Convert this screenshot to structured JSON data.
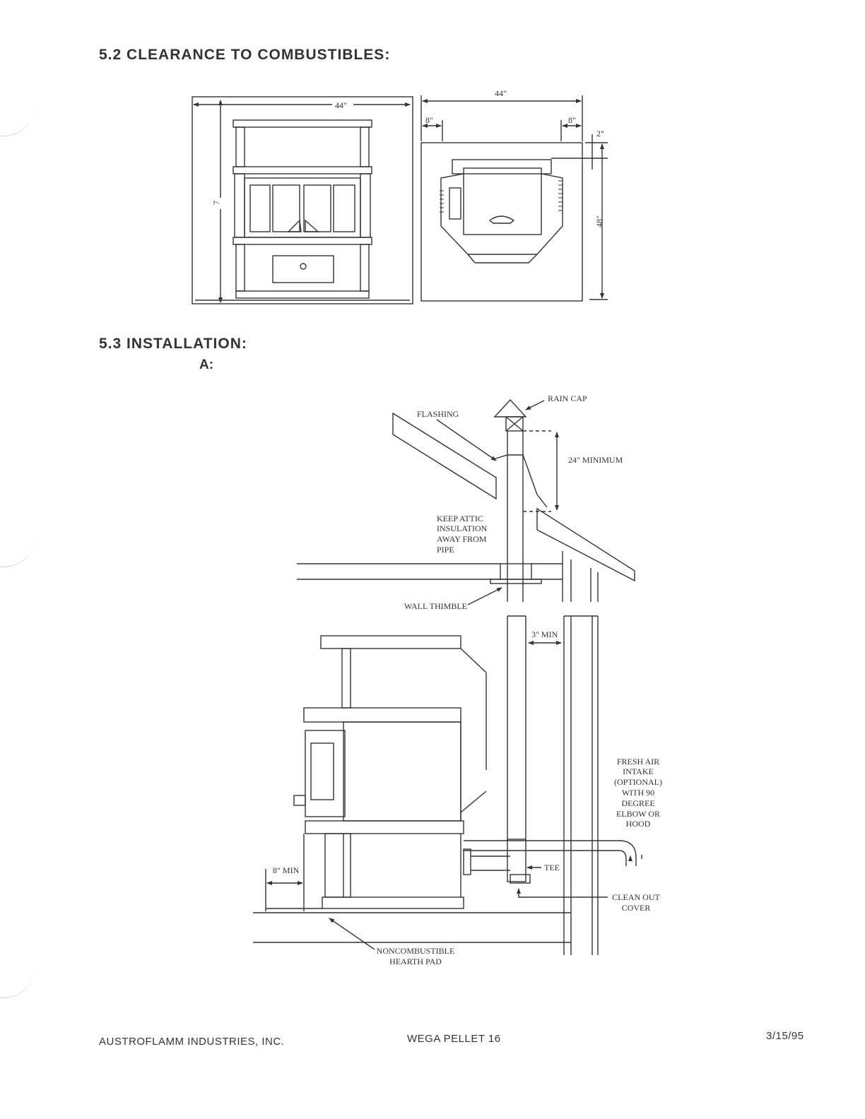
{
  "sections": {
    "clearance_heading": "5.2 CLEARANCE TO COMBUSTIBLES:",
    "installation_heading": "5.3 INSTALLATION:",
    "installation_sub": "A:"
  },
  "figure1": {
    "front_width": "44\"",
    "front_height": "7",
    "top_width": "44\"",
    "left_clear": "8\"",
    "right_clear": "8\"",
    "rear_clear": "2\"",
    "depth": "48\""
  },
  "figure2": {
    "rain_cap": "RAIN CAP",
    "flashing": "FLASHING",
    "minimum_24": "24\" MINIMUM",
    "attic_line1": "KEEP ATTIC",
    "attic_line2": "INSULATION",
    "attic_line3": "AWAY FROM",
    "attic_line4": "PIPE",
    "wall_thimble": "WALL THIMBLE",
    "min_3": "3\" MIN",
    "min_8": "8\" MIN",
    "fresh_air_1": "FRESH AIR",
    "fresh_air_2": "INTAKE",
    "fresh_air_3": "(OPTIONAL)",
    "fresh_air_4": "WITH 90",
    "fresh_air_5": "DEGREE",
    "fresh_air_6": "ELBOW OR",
    "fresh_air_7": "HOOD",
    "tee": "TEE",
    "clean_out_1": "CLEAN OUT",
    "clean_out_2": "COVER",
    "hearth_1": "NONCOMBUSTIBLE",
    "hearth_2": "HEARTH PAD"
  },
  "footer": {
    "company": "AUSTROFLAMM INDUSTRIES, INC.",
    "model": "WEGA PELLET 16",
    "date": "3/15/95"
  }
}
